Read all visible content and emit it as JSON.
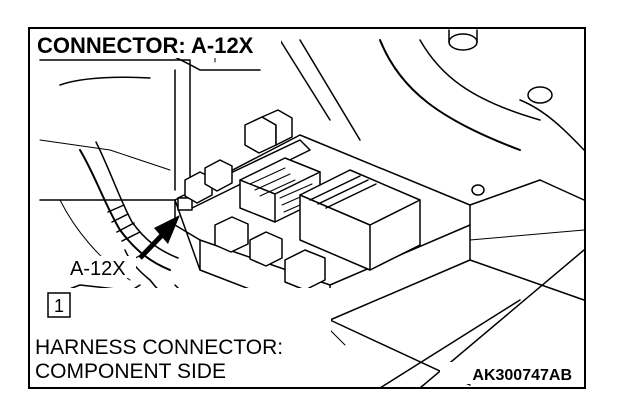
{
  "title": "CONNECTOR: A-12X",
  "callout_label": "A-12X",
  "box_number": "1",
  "caption_line1": "HARNESS CONNECTOR:",
  "caption_line2": "COMPONENT SIDE",
  "figure_code": "AK300747AB"
}
